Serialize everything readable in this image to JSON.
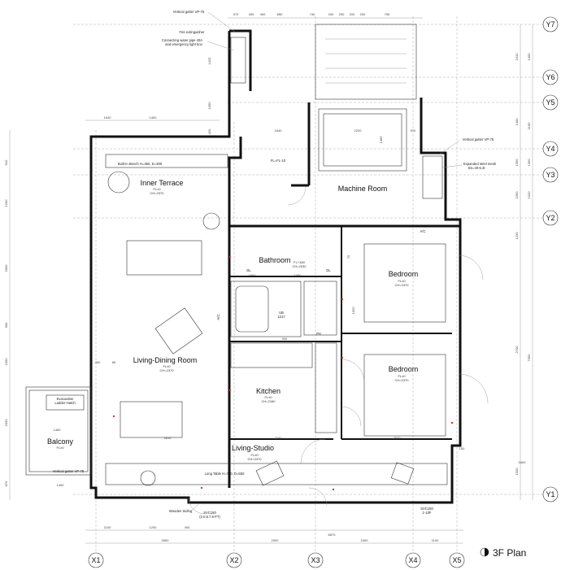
{
  "title": "3F Plan",
  "grid_x": [
    "X1",
    "X2",
    "X3",
    "X4",
    "X5"
  ],
  "grid_y": [
    "Y7",
    "Y6",
    "Y5",
    "Y4",
    "Y3",
    "Y2",
    "Y1"
  ],
  "rooms": {
    "inner_terrace": {
      "name": "Inner Terrace",
      "floor": "FL±0",
      "ch": "CH=2370"
    },
    "living_dining": {
      "name": "Living-Dining Room",
      "floor": "FL±0",
      "ch": "CH=2370"
    },
    "bathroom": {
      "name": "Bathroom",
      "floor": "FL+180",
      "ch": "CH=2030"
    },
    "kitchen": {
      "name": "Kitchen",
      "floor": "FL±0",
      "ch": "CH=2160"
    },
    "bedroom1": {
      "name": "Bedroom",
      "floor": "FL±0",
      "ch": "CH=2370"
    },
    "bedroom2": {
      "name": "Bedroom",
      "floor": "FL±0",
      "ch": "CH=2370"
    },
    "machine_room": {
      "name": "Machine Room"
    },
    "balcony": {
      "name": "Balcony",
      "floor": "FL±0"
    },
    "living_studio": {
      "name": "Living-Studio",
      "floor": "FL±0",
      "ch": "CH=2370"
    }
  },
  "notes": {
    "gutter_top": "Vertical gutter VP-75",
    "fire_ext": "Fire extinguisher",
    "water_pipe": "Connecting water pipe 40A",
    "light_box": "and emergency light box",
    "gutter_right": "Vertical gutter VP-75",
    "steel_mesh": "Expanded steel mesh",
    "steel_mesh2": "SS=40-5.3t",
    "gutter_left": "Vertical gutter VP-75",
    "bench": "Built-in Bench H=350, D=300",
    "evacuation": "Evacuation",
    "evacuation2": "Ladder-Hatch",
    "long_table": "Long Table H=700, D=550",
    "wooden_siding": "Wooden Siding",
    "ac1": "A/C",
    "ac2": "A/C",
    "fl_machine": "FL=FL-10",
    "ub": "UB",
    "ub2": "1217",
    "ps": "PS",
    "dl1": "DL",
    "dl2": "DL",
    "svc1": "SVC150",
    "svc1b": "(2.0.5.7.8 PT)",
    "svc2": "SVC150",
    "svc2b": "1-10F"
  },
  "dims_top": [
    "370",
    "405",
    "400",
    "850",
    "740",
    "200",
    "200",
    "200",
    "200",
    "755"
  ],
  "dims_bottom_1": [
    "1100",
    "1200",
    "400"
  ],
  "dims_bottom_2": [
    "2650",
    "2000",
    "2400",
    "1100"
  ],
  "dims_bottom_total": "6870",
  "dims_right_1": [
    "1610",
    "1400",
    "1350",
    "750",
    "1050",
    "1230",
    "2700",
    "1500"
  ],
  "dims_right_2": [
    "1400",
    "1160",
    "1350",
    "1020",
    "7050"
  ],
  "dims_left": [
    "870",
    "2030",
    "1050",
    "900",
    "2000",
    "1200",
    "1120",
    "910"
  ],
  "dims_misc": [
    "1640",
    "2220",
    "970",
    "1465",
    "1660",
    "1080",
    "940",
    "1160",
    "1460",
    "2240",
    "2970",
    "1400",
    "2810",
    "400",
    "65",
    "1640",
    "1400",
    "1425",
    "1050",
    "420",
    "1020",
    "70",
    "1600",
    "150"
  ]
}
